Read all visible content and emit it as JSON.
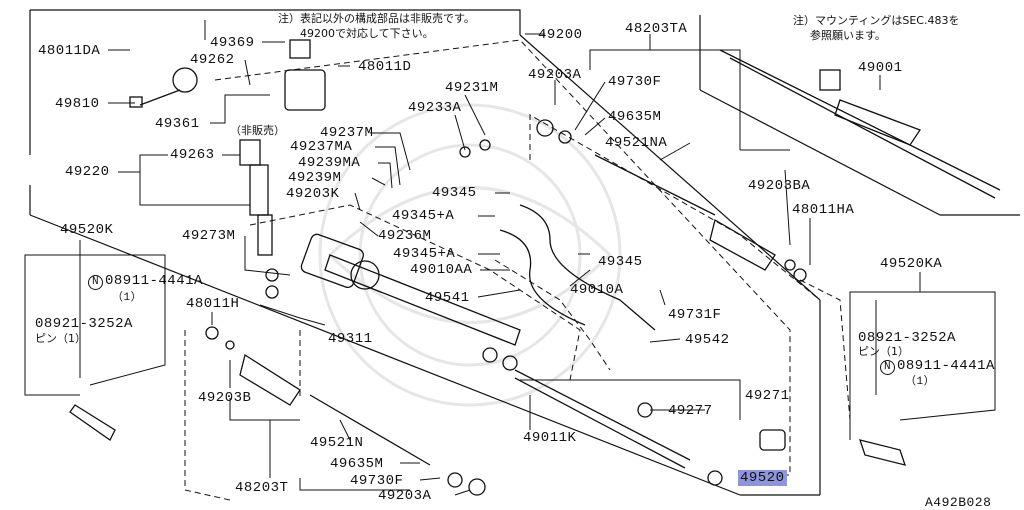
{
  "notes": {
    "top_center_line1": "注）表記以外の構成部品は非販売です。",
    "top_center_line2": "49200で対応して下さい。",
    "top_right_line1": "注）マウンティングはSEC.483を",
    "top_right_line2": "参照願います。",
    "not_sold": "（非販売）"
  },
  "parts": {
    "p48011DA": "48011DA",
    "p49369": "49369",
    "p49262": "49262",
    "p48011D": "48011D",
    "p49810": "49810",
    "p49361": "49361",
    "p49200": "49200",
    "p48203TA": "48203TA",
    "p49203A_top": "49203A",
    "p49730F_top": "49730F",
    "p49001": "49001",
    "p49231M": "49231M",
    "p49233A": "49233A",
    "p49237M": "49237M",
    "p49237MA": "49237MA",
    "p49239MA": "49239MA",
    "p49239M": "49239M",
    "p49263": "49263",
    "p49220": "49220",
    "p49203K": "49203K",
    "p49635M_top": "49635M",
    "p49521NA": "49521NA",
    "p49203BA": "49203BA",
    "p48011HA": "48011HA",
    "p49345_a": "49345",
    "p49345A_a": "49345+A",
    "p49236M": "49236M",
    "p49273M": "49273M",
    "p49345A_b": "49345+A",
    "p49345_b": "49345",
    "p49010AA": "49010AA",
    "p49010A": "49010A",
    "p49541": "49541",
    "p49731F": "49731F",
    "p49542": "49542",
    "p49520K": "49520K",
    "p49520KA": "49520KA",
    "p08911_left": "08911-4441A",
    "p08911_left_qty": "（1）",
    "p08921_left": "08921-3252A",
    "p08921_left_sub": "ピン（1）",
    "p48011H": "48011H",
    "p49311": "49311",
    "p08921_right": "08921-3252A",
    "p08921_right_sub": "ピン（1）",
    "p08911_right": "08911-4441A",
    "p08911_right_qty": "（1）",
    "p49203B": "49203B",
    "p49271": "49271",
    "p49277": "49277",
    "p49011K": "49011K",
    "p49521N": "49521N",
    "p49635M_bot": "49635M",
    "p48203T": "48203T",
    "p49730F_bot": "49730F",
    "p49203A_bot": "49203A",
    "p49520": "49520",
    "ref_code": "A492B028",
    "n_symbol": "N"
  },
  "colors": {
    "line": "#111111",
    "highlight": "#8f95dd",
    "watermark": "#e6e6e6"
  }
}
